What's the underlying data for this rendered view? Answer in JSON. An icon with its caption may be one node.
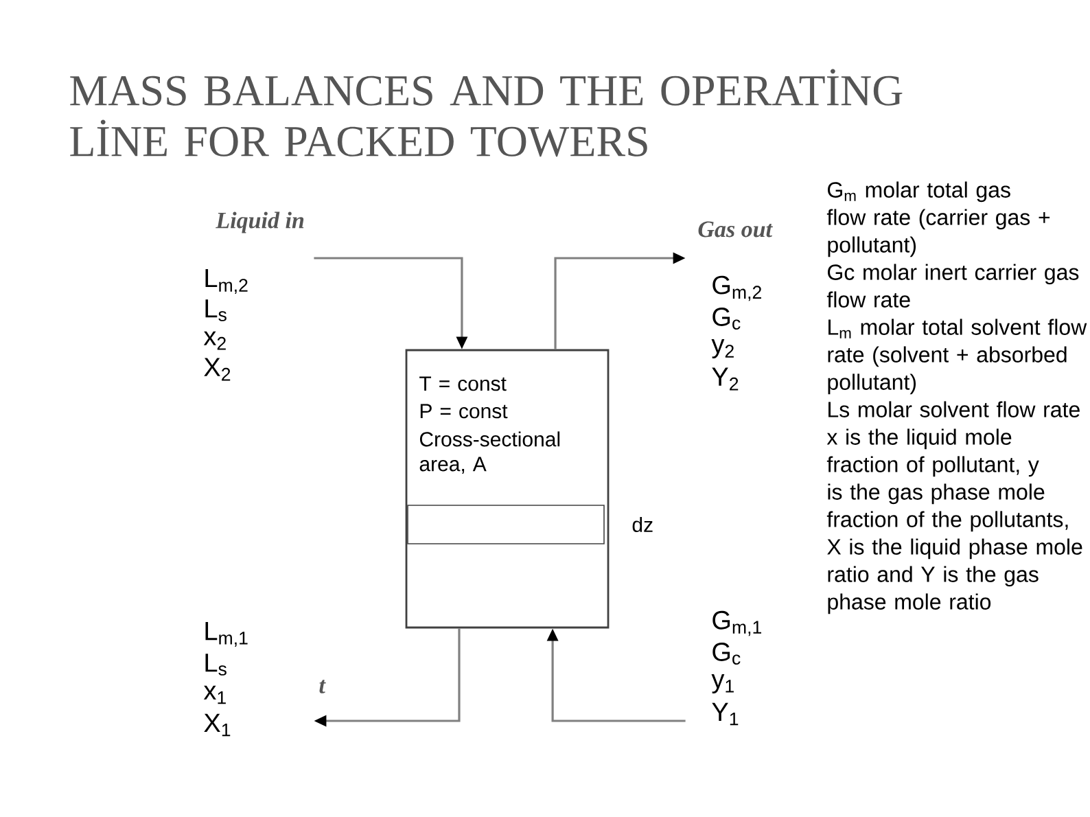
{
  "diagram": {
    "title": "MASS BALANCES AND THE OPERATİNG LİNE FOR PACKED TOWERS",
    "nodes": [
      {
        "text": [
          "T = const",
          "P = const",
          "Cross-sectional area, A"
        ]
      },
      {
        "text": [],
        "shape": "box",
        "in": 0,
        "beside": [
          "dz"
        ]
      },
      {
        "text": [
          "Liquid in",
          "L$_{m,2}$",
          "L$_{s}$",
          "x$_{2}$",
          "X$_{2}$"
        ]
      },
      {
        "text": [
          "Gas out",
          "G$_{m,2}$",
          "G$_{c}$",
          "y$_{2}$",
          "Y$_{2}$"
        ]
      },
      {
        "text": [
          "L$_{m,1}$",
          "L$_{s}$",
          "x$_{1}$",
          "X$_{1}$",
          "t"
        ]
      },
      {
        "text": [
          "G$_{m,1}$",
          "G$_{c}$",
          "y$_{1}$",
          "Y$_{1}$"
        ]
      }
    ],
    "edges": [
      {
        "from": 2,
        "to": 0,
        "arrow": "to"
      },
      {
        "from": 0,
        "to": 3,
        "arrow": "to"
      },
      {
        "from": 5,
        "to": 0,
        "arrow": "to"
      },
      {
        "from": 0,
        "to": 4,
        "arrow": "to"
      }
    ],
    "labels": [
      "G$_{m}$ molar total gas flow rate (carrier gas + pollutant)",
      "Gc molar inert carrier gas flow rate",
      "L$_{m}$ molar total solvent flow rate (solvent + absorbed pollutant)",
      "Ls molar solvent flow rate",
      "x is the liquid mole fraction of pollutant, y is the gas phase mole fraction of the pollutants, X is the liquid phase mole ratio and Y is the gas phase mole ratio"
    ]
  }
}
